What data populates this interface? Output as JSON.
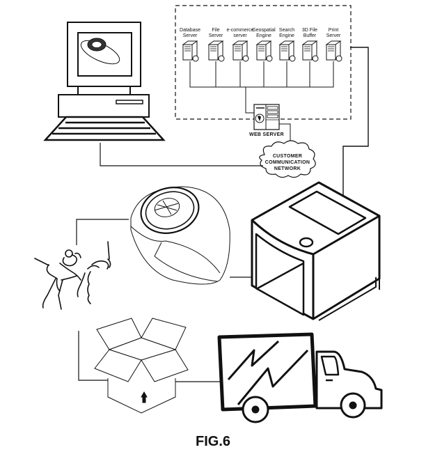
{
  "figure": {
    "caption": "FIG.6",
    "line_color": "#111111",
    "background": "#ffffff"
  },
  "servers": [
    {
      "line1": "Database",
      "line2": "Server",
      "icon": "database-cylinder-icon"
    },
    {
      "line1": "File",
      "line2": "Server",
      "icon": "file-document-icon"
    },
    {
      "line1": "e-commerce",
      "line2": "server",
      "icon": "credit-card-icon"
    },
    {
      "line1": "Geospatial",
      "line2": "Engine",
      "icon": "globe-icon"
    },
    {
      "line1": "Search",
      "line2": "Engine",
      "icon": "keyboard-icon"
    },
    {
      "line1": "3D File",
      "line2": "Buffer",
      "icon": "disk-icon"
    },
    {
      "line1": "Print",
      "line2": "Server",
      "icon": "printer-icon"
    }
  ],
  "web_server": {
    "label": "WEB SERVER"
  },
  "network": {
    "line1": "CUSTOMER",
    "line2": "COMMUNICATION",
    "line3": "NETWORK"
  },
  "nodes": {
    "computer": "customer-computer",
    "printer3d": "3d-printer",
    "ring": "class-ring",
    "finishing": "finishing-craftsman",
    "box": "shipping-box",
    "truck": "delivery-truck"
  }
}
